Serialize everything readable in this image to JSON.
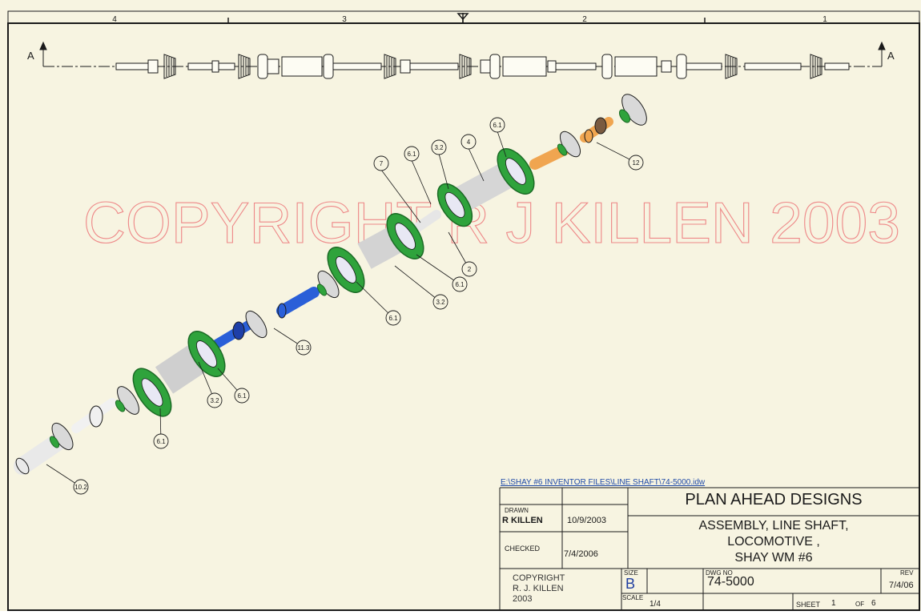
{
  "zones": [
    "4",
    "3",
    "2",
    "1"
  ],
  "section_marker": "A",
  "watermark": "COPYRIGHT R J KILLEN 2003",
  "callouts": [
    "6.1",
    "3.2",
    "4",
    "7",
    "6.1",
    "12",
    "2",
    "6.1",
    "3.2",
    "6.1",
    "11.3",
    "3.2",
    "6.1",
    "6.1",
    "10.2"
  ],
  "colors": {
    "paper": "#f7f4e1",
    "green": "#2fa33c",
    "blue": "#2a5fd8",
    "orange": "#f0a550",
    "watermark": "#ee8888",
    "ink": "#1a1a1a"
  },
  "title_block": {
    "file_path": "E:\\SHAY #6 INVENTOR FILES\\LINE SHAFT\\74-5000.idw",
    "company": "PLAN AHEAD DESIGNS",
    "title_lines": [
      "ASSEMBLY, LINE SHAFT,",
      "LOCOMOTIVE ,",
      "SHAY WM #6"
    ],
    "drawn_label": "DRAWN",
    "drawn_by": "R KILLEN",
    "drawn_date": "10/9/2003",
    "checked_label": "CHECKED",
    "checked_date": "7/4/2006",
    "copyright_lines": [
      "COPYRIGHT",
      "R. J. KILLEN",
      "2003"
    ],
    "size_label": "SIZE",
    "size_value": "B",
    "dwg_no_label": "DWG NO",
    "dwg_no": "74-5000",
    "rev_label": "REV",
    "rev_value": "7/4/06",
    "scale_label": "SCALE",
    "scale_value": "1/4",
    "sheet_label": "SHEET",
    "sheet_value": "1",
    "of_label": "OF",
    "of_value": "6"
  }
}
